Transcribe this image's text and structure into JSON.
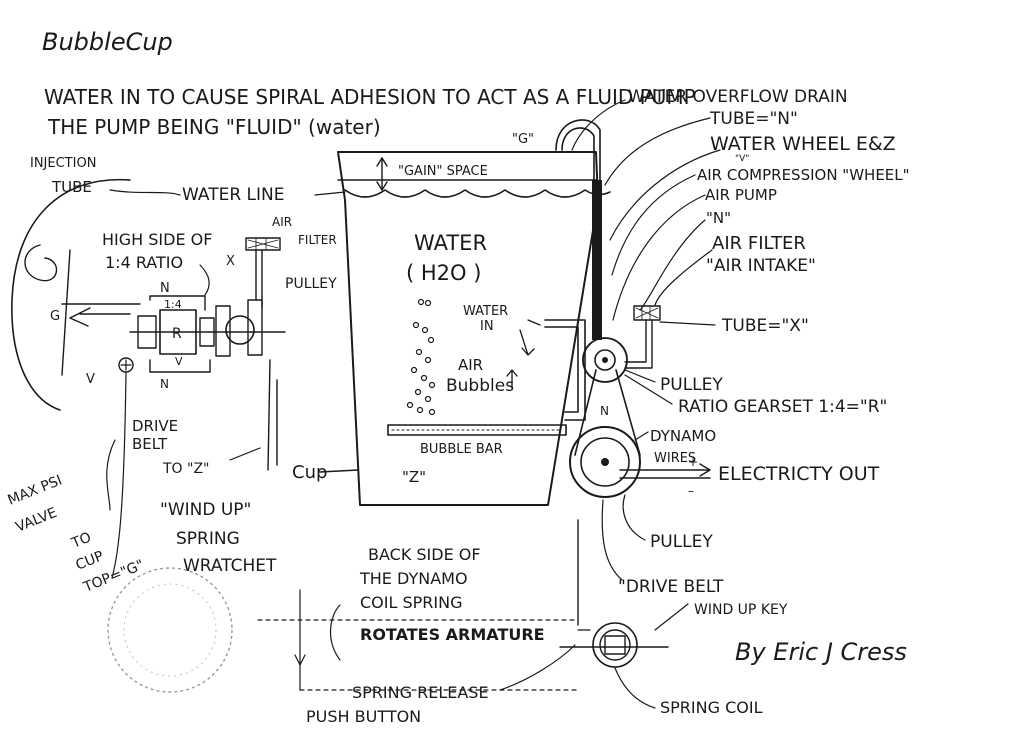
{
  "title": "BubbleCup",
  "subtitle_line1": "WATER IN TO CAUSE SPIRAL ADHESION TO ACT AS A FLUID PUMP",
  "subtitle_line2": "THE PUMP BEING \"FLUID\" (water)",
  "left_assembly": {
    "injection_tube_1": "INJECTION",
    "injection_tube_2": "TUBE",
    "water_line": "WATER LINE",
    "high_side_1": "HIGH SIDE OF",
    "high_side_2": "1:4 RATIO",
    "air_filter_1": "AIR",
    "air_filter_2": "FILTER",
    "pulley": "PULLEY",
    "x_mark": "X",
    "n_mark_top": "N",
    "ratio_mark": "1:4",
    "r_mark": "R",
    "v_mark_inner": "V",
    "v_mark_outer": "V",
    "n_mark_bottom": "N",
    "g_mark": "G",
    "drive_belt_1": "DRIVE",
    "drive_belt_2": "BELT",
    "to_z": "TO \"Z\"",
    "max_psi_1": "MAX PSI",
    "max_psi_2": "VALVE",
    "to_cup_1": "TO",
    "to_cup_2": "CUP",
    "to_cup_3": "TOP=\"G\"",
    "wind_up_1": "\"WIND UP\"",
    "wind_up_2": "SPRING",
    "wind_up_3": "WRATCHET"
  },
  "cup": {
    "gain_space": "\"GAIN\" SPACE",
    "water_1": "WATER",
    "water_2": "( H2O )",
    "water_in_1": "WATER",
    "water_in_2": "IN",
    "air_1": "AIR",
    "air_2": "Bubbles",
    "bubble_bar": "BUBBLE BAR",
    "z_mark": "\"Z\"",
    "cup_label": "Cup",
    "g_top": "\"G\""
  },
  "right_labels": {
    "overflow_drain": "WATER OVERFLOW DRAIN",
    "tube_n": "TUBE=\"N\"",
    "water_wheel": "WATER WHEEL E&Z",
    "v_small": "\"V\"",
    "air_compression": "AIR COMPRESSION \"WHEEL\"",
    "air_pump": "AIR PUMP",
    "n_label": "\"N\"",
    "air_filter": "AIR FILTER",
    "air_intake": "\"AIR INTAKE\"",
    "tube_x": "TUBE=\"X\"",
    "pulley": "PULLEY",
    "ratio_gearset": "RATIO GEARSET 1:4=\"R\"",
    "n_small": "N",
    "dynamo": "DYNAMO",
    "wires": "WIRES",
    "plus": "+",
    "minus": "–",
    "electricity_out": "ELECTRICTY OUT",
    "pulley2": "PULLEY",
    "drive_belt": "\"DRIVE BELT",
    "wind_up_key": "WIND UP KEY",
    "signature": "By Eric J Cress",
    "spring_coil": "SPRING COIL"
  },
  "bottom": {
    "back_side_1": "BACK SIDE OF",
    "back_side_2": "THE DYNAMO",
    "back_side_3": "COIL SPRING",
    "rotates": "ROTATES ARMATURE",
    "spring_release": "SPRING RELEASE",
    "push_button": "PUSH BUTTON"
  },
  "colors": {
    "ink": "#1a1a1a",
    "paper": "#ffffff",
    "stamp": "#9a9a9a"
  }
}
